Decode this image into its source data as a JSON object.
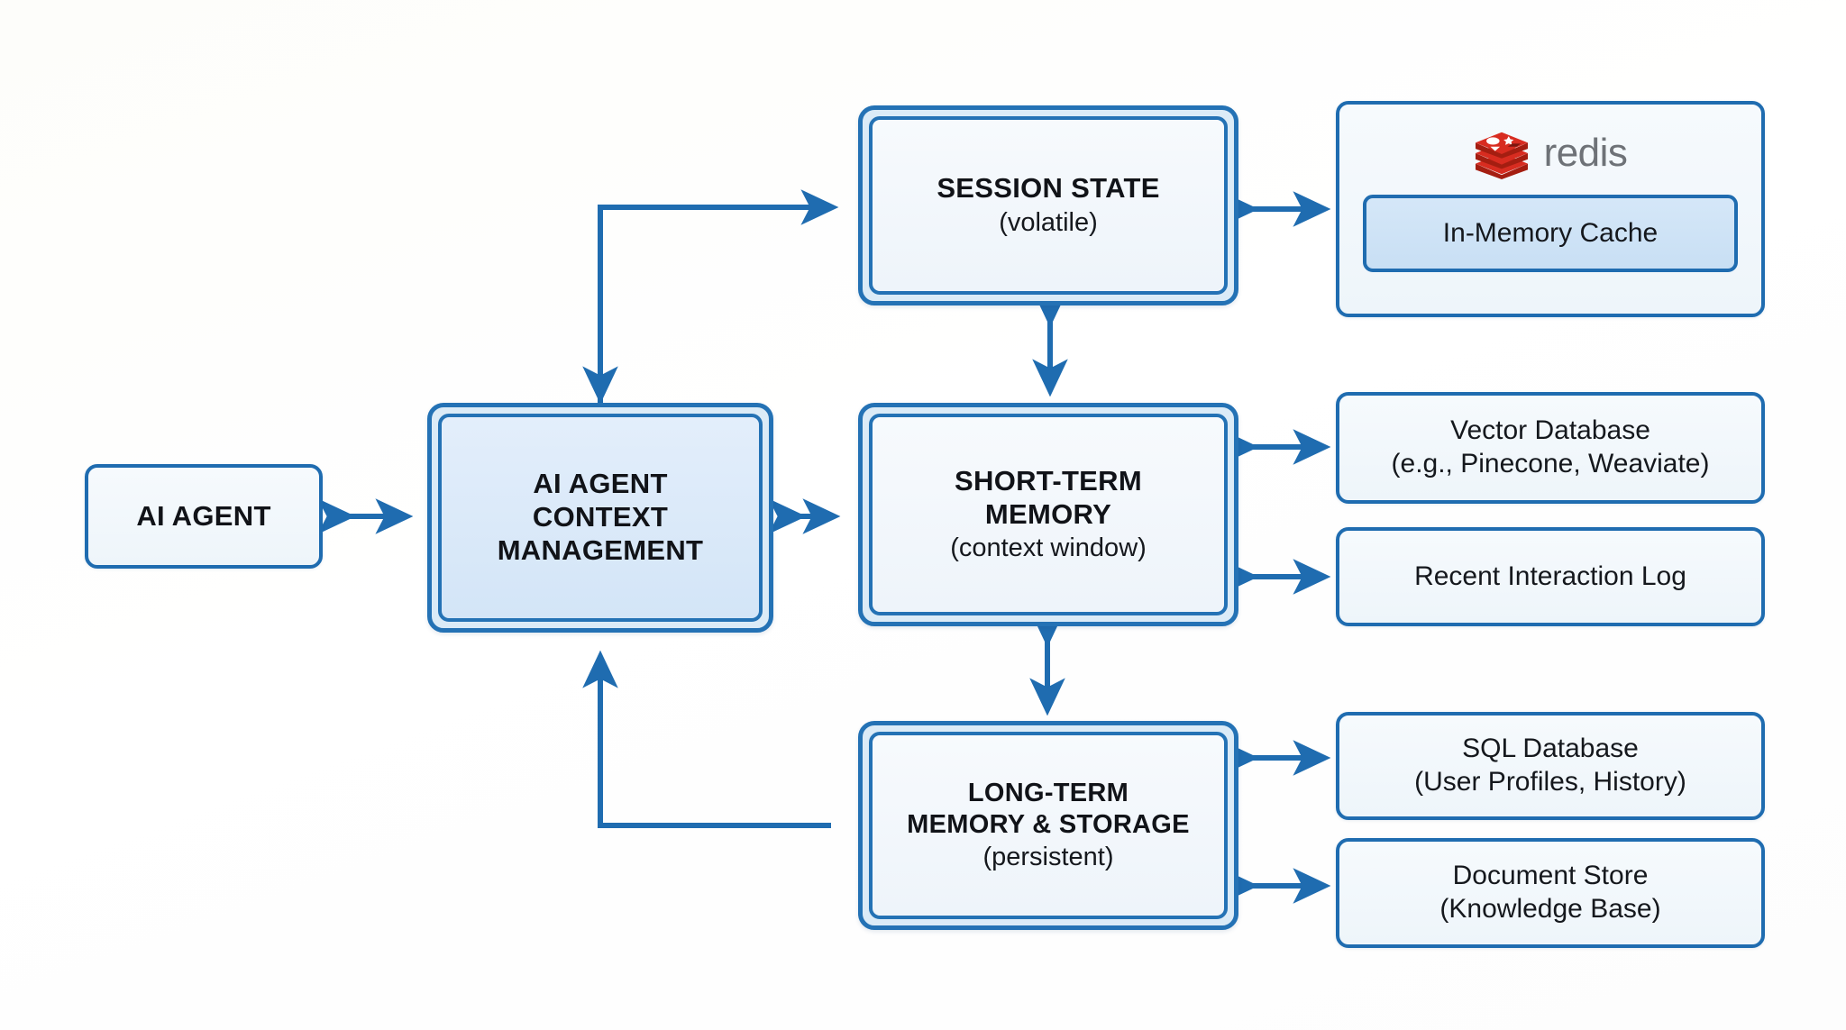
{
  "diagram": {
    "background_color": "#fdfdfb",
    "accent_color": "#1f6cb0",
    "node_fill": "#eef5fa",
    "highlight_fill": "#d3e5f7",
    "redis_red": "#d82c20",
    "redis_gray": "#6e7277"
  },
  "nodes": {
    "ai_agent": {
      "title": "AI AGENT"
    },
    "context_management": {
      "line1": "AI AGENT",
      "line2": "CONTEXT",
      "line3": "MANAGEMENT"
    },
    "session_state": {
      "title": "SESSION STATE",
      "subtitle": "(volatile)"
    },
    "short_term_memory": {
      "line1": "SHORT-TERM",
      "line2": "MEMORY",
      "subtitle": "(context window)"
    },
    "long_term_memory": {
      "line1": "LONG-TERM",
      "line2": "MEMORY & STORAGE",
      "subtitle": "(persistent)"
    },
    "redis_panel": {
      "wordmark": "redis",
      "logo_icon": "redis-stack-logo"
    },
    "in_memory_cache": {
      "label": "In-Memory Cache"
    },
    "vector_database": {
      "line1": "Vector Database",
      "line2": "(e.g., Pinecone, Weaviate)"
    },
    "recent_interaction_log": {
      "label": "Recent Interaction Log"
    },
    "sql_database": {
      "line1": "SQL Database",
      "line2": "(User Profiles, History)"
    },
    "document_store": {
      "line1": "Document Store",
      "line2": "(Knowledge Base)"
    }
  },
  "connections": [
    {
      "from": "ai_agent",
      "to": "context_management",
      "style": "bidirectional"
    },
    {
      "from": "context_management",
      "to": "session_state",
      "style": "elbow-arrow"
    },
    {
      "from": "context_management",
      "to": "short_term_memory",
      "style": "bidirectional"
    },
    {
      "from": "long_term_memory",
      "to": "context_management",
      "style": "elbow-arrow"
    },
    {
      "from": "session_state",
      "to": "short_term_memory",
      "style": "bidirectional"
    },
    {
      "from": "short_term_memory",
      "to": "long_term_memory",
      "style": "bidirectional"
    },
    {
      "from": "session_state",
      "to": "redis_panel",
      "style": "bidirectional"
    },
    {
      "from": "short_term_memory",
      "to": "vector_database",
      "style": "bidirectional"
    },
    {
      "from": "short_term_memory",
      "to": "recent_interaction_log",
      "style": "bidirectional"
    },
    {
      "from": "long_term_memory",
      "to": "sql_database",
      "style": "bidirectional"
    },
    {
      "from": "long_term_memory",
      "to": "document_store",
      "style": "bidirectional"
    }
  ]
}
